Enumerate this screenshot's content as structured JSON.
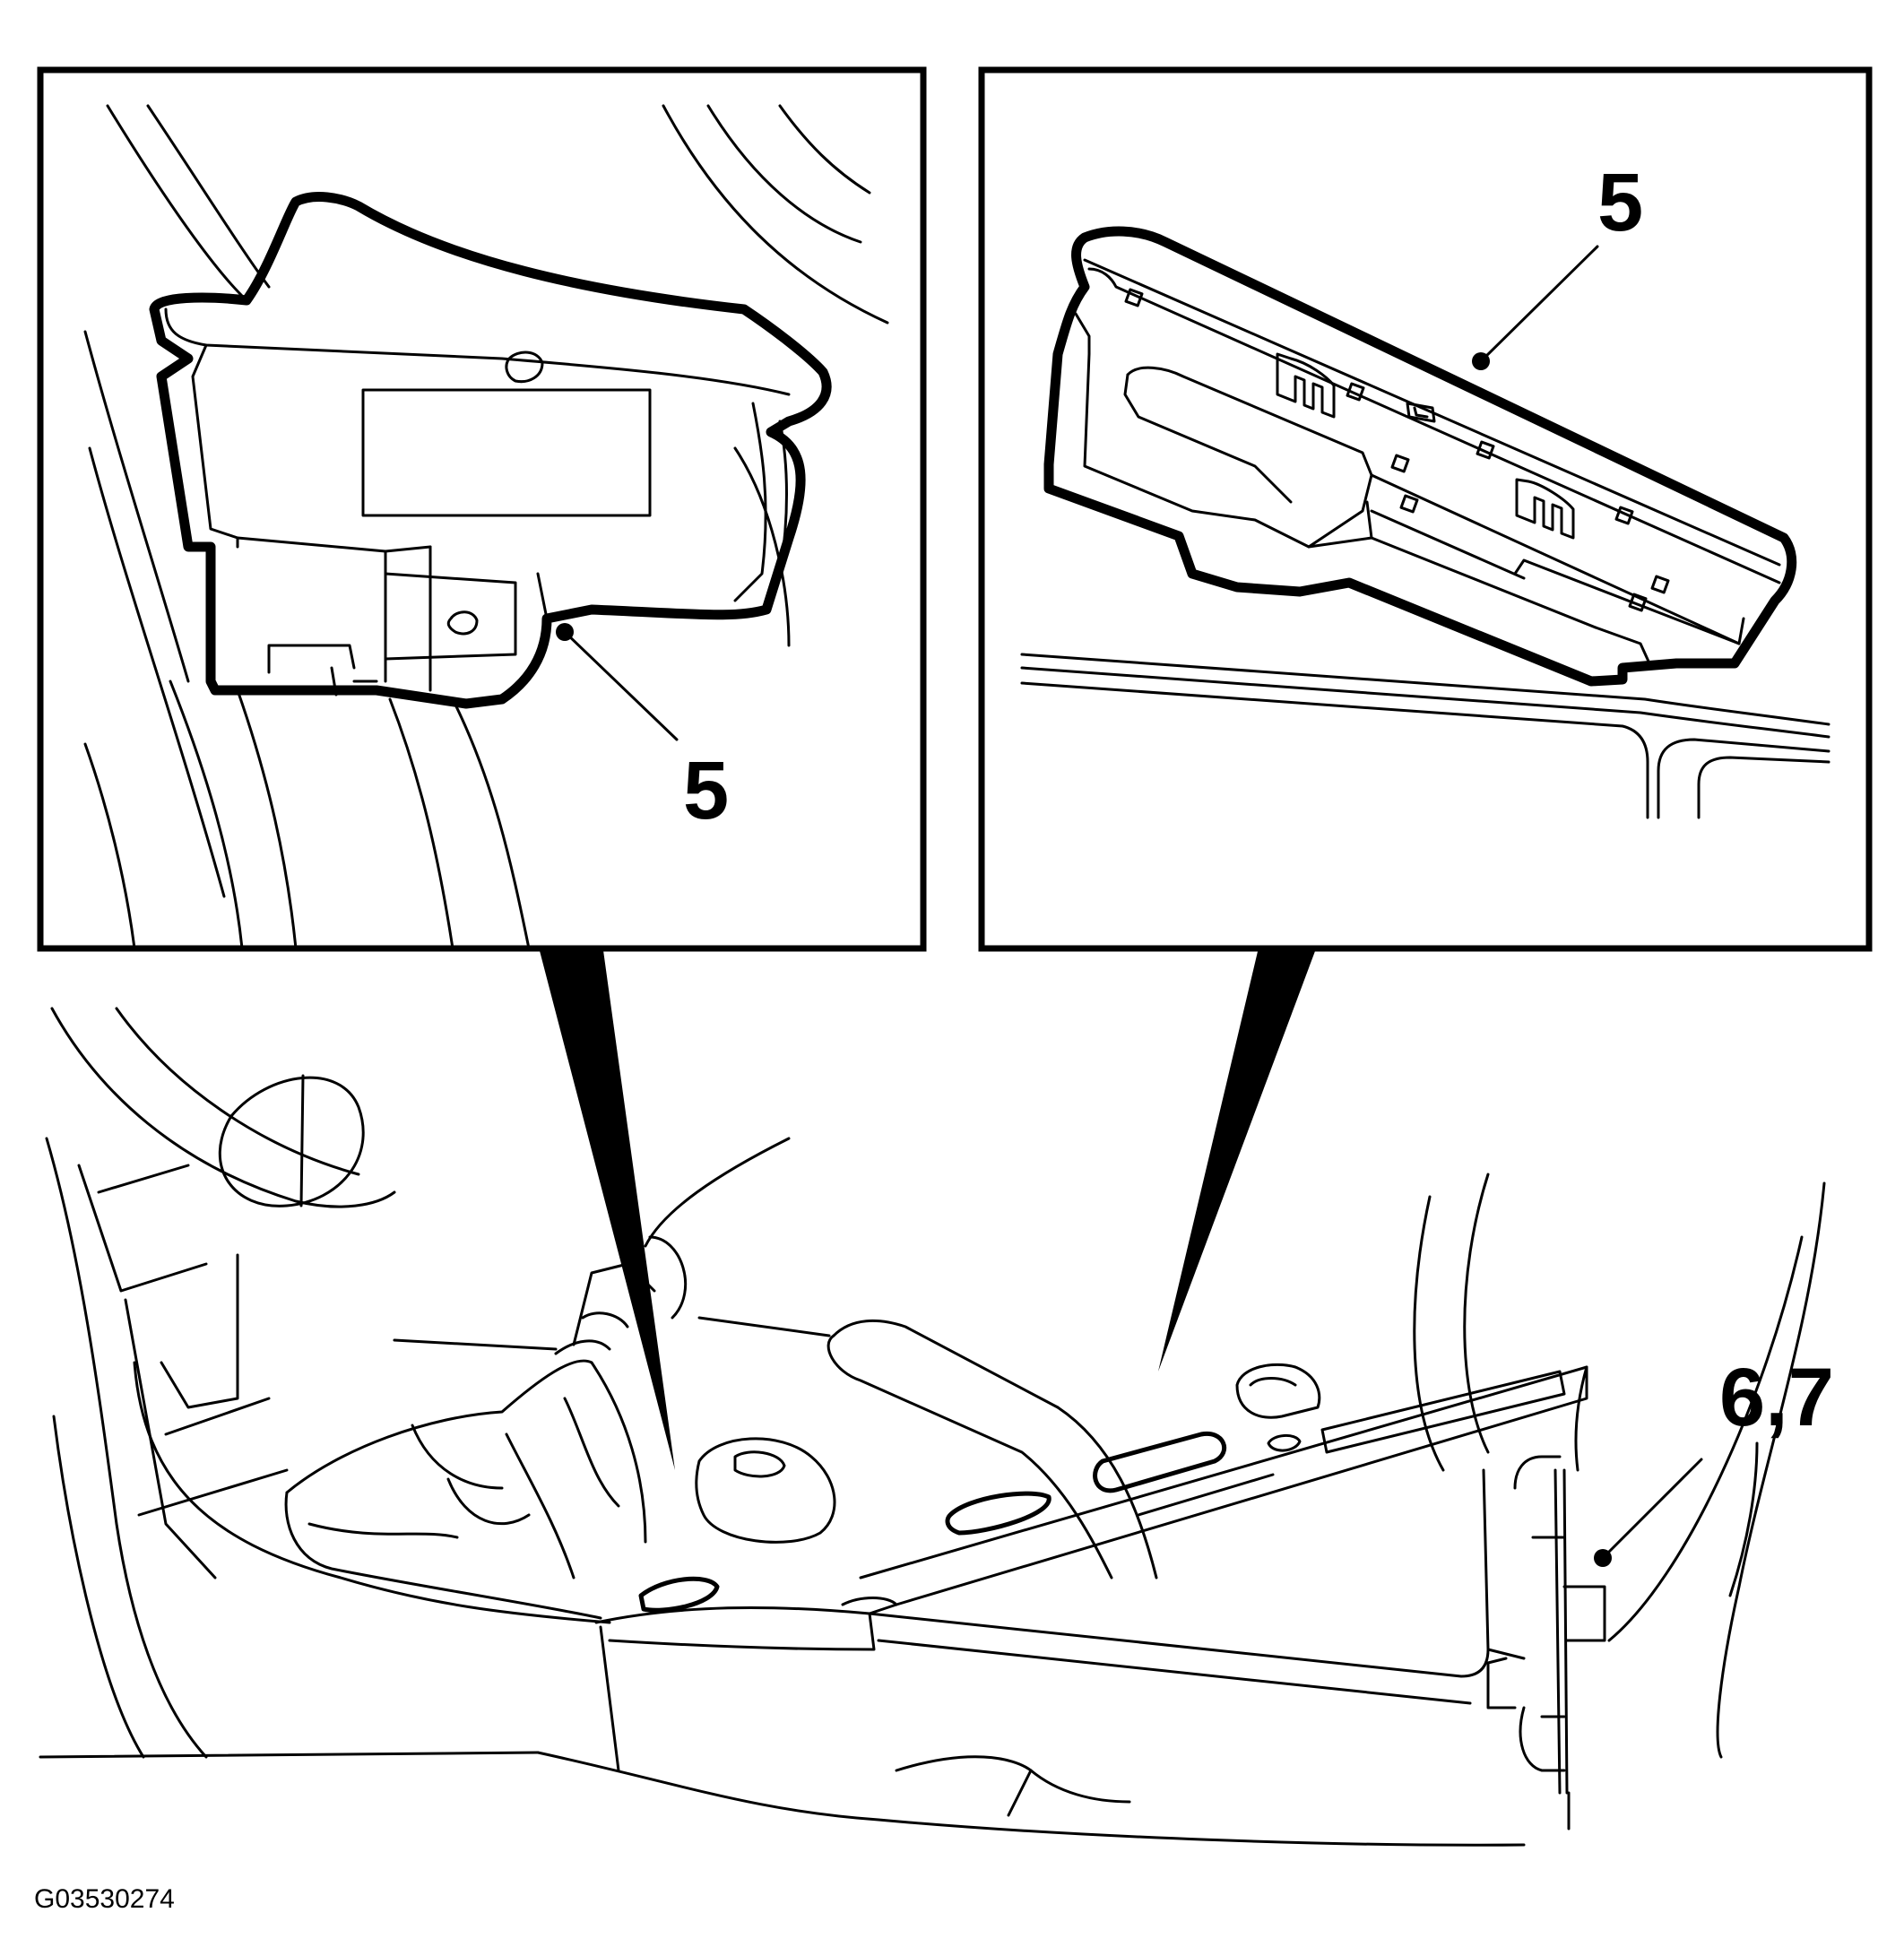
{
  "diagram": {
    "callouts": {
      "left_inset": "5",
      "right_inset": "5",
      "console_side": "6,7"
    },
    "figure_id": "G03530274"
  }
}
